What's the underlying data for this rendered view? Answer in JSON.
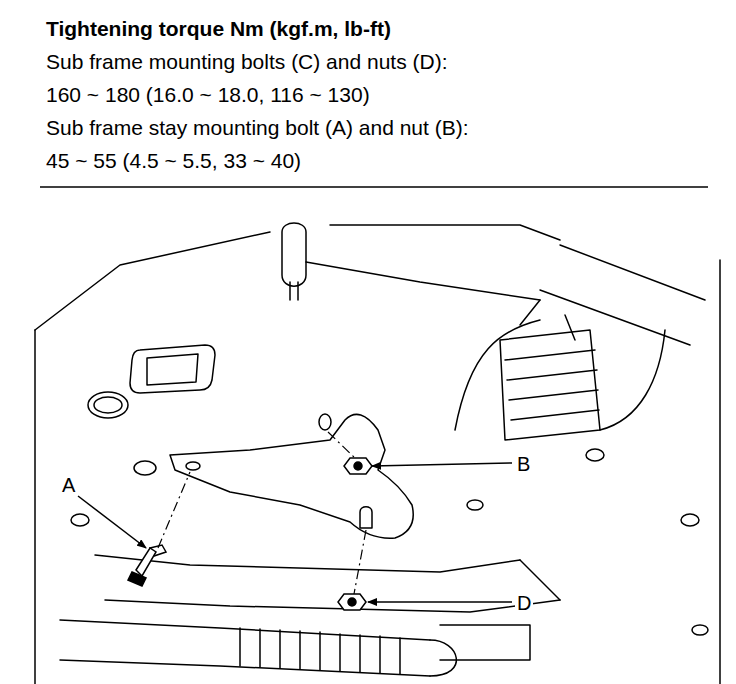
{
  "diagram": {
    "title": "Tightening torque Nm (kgf.m, lb-ft)",
    "labels": [
      "Sub frame mounting bolts (C) and nuts (D):",
      "160 ~ 180 (16.0 ~ 18.0, 116 ~ 130)",
      "Sub frame stay mounting bolt (A) and nut (B):",
      "45 ~ 55 (4.5 ~ 5.5, 33 ~ 40)",
      "A",
      "B",
      "D"
    ]
  }
}
